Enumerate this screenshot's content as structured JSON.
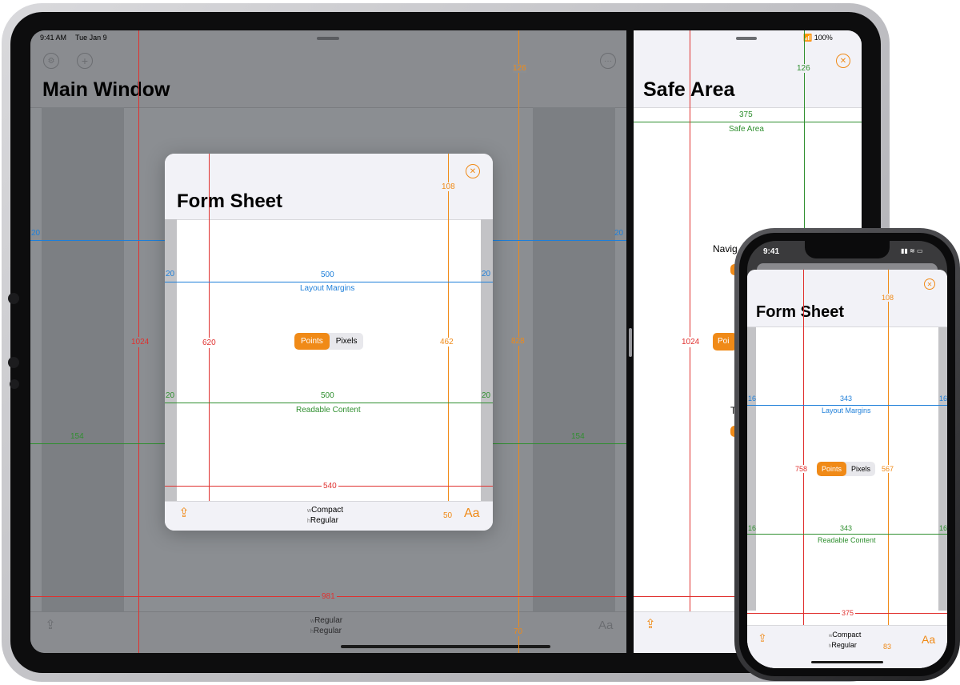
{
  "ipad": {
    "status": {
      "time": "9:41 AM",
      "date": "Tue Jan 9",
      "battery": "100%"
    },
    "main_window": {
      "title": "Main Window",
      "dims": {
        "height_total": "1024",
        "header": "126",
        "content_height": "828",
        "margin_left": "20",
        "margin_right": "20",
        "gutter_left": "154",
        "gutter_right": "154",
        "width_total": "981",
        "toolbar": "70"
      },
      "size_class_w": "Regular",
      "size_class_h": "Regular",
      "toolbar_font_label": "Aa"
    },
    "form_sheet": {
      "title": "Form Sheet",
      "dims": {
        "header": "108",
        "content": "462",
        "height_total": "620",
        "toolbar": "50",
        "width": "540",
        "layout_width": "500",
        "readable_width": "500",
        "margin": "20"
      },
      "layout_margins_label": "Layout Margins",
      "readable_content_label": "Readable Content",
      "segment": [
        "Points",
        "Pixels"
      ],
      "size_class_w": "Compact",
      "size_class_h": "Regular",
      "font_label": "Aa"
    },
    "safe_area": {
      "title": "Safe Area",
      "dims": {
        "header": "126",
        "width": "375",
        "height": "1024"
      },
      "width_label": "Safe Area",
      "partial_labels": [
        "Navig",
        "Poi",
        "T"
      ]
    }
  },
  "iphone": {
    "status": {
      "time": "9:41"
    },
    "form_sheet": {
      "title": "Form Sheet",
      "dims": {
        "header": "108",
        "content": "567",
        "height": "758",
        "width": "375",
        "layout_width": "343",
        "readable_width": "343",
        "margin": "16",
        "toolbar": "83"
      },
      "layout_margins_label": "Layout Margins",
      "readable_content_label": "Readable Content",
      "segment": [
        "Points",
        "Pixels"
      ],
      "size_class_w": "Compact",
      "size_class_h": "Regular",
      "font_label": "Aa"
    }
  },
  "size_class_prefix": {
    "w": "w",
    "h": "h"
  },
  "colors": {
    "accent": "#f08a17",
    "height_red": "#e0312f",
    "margin_blue": "#1e7fd9",
    "readable_green": "#2f8f2f"
  }
}
